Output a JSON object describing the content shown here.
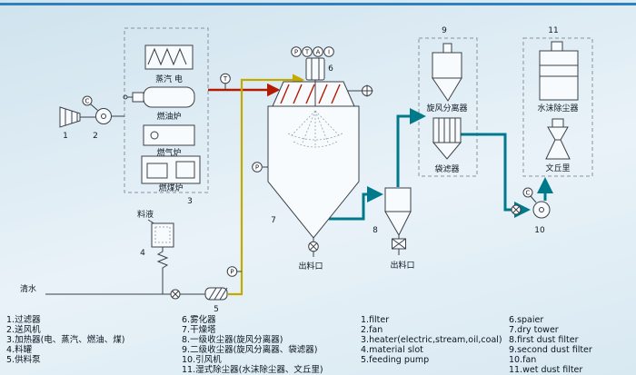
{
  "diagram": {
    "numbers": {
      "n1": "1",
      "n2": "2",
      "n3": "3",
      "n4": "4",
      "n5": "5",
      "n6": "6",
      "n7": "7",
      "n8": "8",
      "n9": "9",
      "n10": "10",
      "n11": "11"
    },
    "labels": {
      "steam_electric": "蒸汽 电",
      "oil_furnace": "燃油炉",
      "gas_furnace": "燃气炉",
      "coal_furnace": "燃煤炉",
      "feed_liquid": "料液",
      "clean_water": "清水",
      "tower_discharge": "出料口",
      "cyclone_discharge": "出料口",
      "cyclone_separator": "旋风分离器",
      "bag_filter": "袋滤器",
      "water_mist_collector": "水沫除尘器",
      "venturi": "文丘里"
    },
    "instruments": {
      "pressure": "P",
      "temperature": "T",
      "analysis": "A",
      "indicator": "I",
      "motor": "C"
    },
    "colors": {
      "hot_air_pipe": "#b31b00",
      "feed_pipe": "#c2aa00",
      "exhaust_pipe": "#00798a",
      "line": "#3a4048",
      "top_bar": "#2f80bd",
      "background_top": "#cfe3ee",
      "background_bottom": "#d8e9f2"
    }
  },
  "legend": {
    "cn_col1": [
      "1.过滤器",
      "2.送风机",
      "3.加热器(电、蒸汽、燃油、煤)",
      "4.料罐",
      "5.供料泵"
    ],
    "cn_col2": [
      "6.雾化器",
      "7.干燥塔",
      "8.一级收尘器(旋风分离器)",
      "9.二级收尘器(旋风分离器、袋滤器)",
      "10.引风机",
      "11.湿式除尘器(水沫除尘器、文丘里)"
    ],
    "en_col1": [
      "1.filter",
      "2.fan",
      "3.heater(electric,stream,oil,coal)",
      "4.material slot",
      "5.feeding pump"
    ],
    "en_col2": [
      "6.spaier",
      "7.dry tower",
      "8.first dust filter",
      "9.second dust filter",
      "10.fan",
      "11.wet dust filter"
    ]
  }
}
